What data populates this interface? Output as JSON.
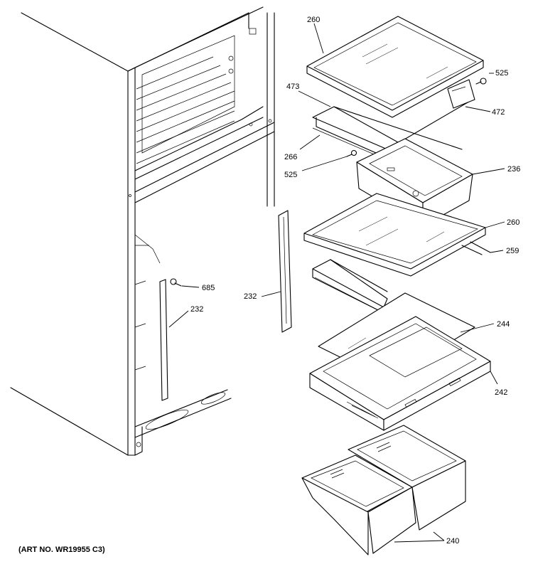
{
  "art_number": "(ART NO. WR19955 C3)",
  "callouts": {
    "c260a": "260",
    "c525a": "525",
    "c473": "473",
    "c472": "472",
    "c266": "266",
    "c525b": "525",
    "c236": "236",
    "c260b": "260",
    "c259": "259",
    "c685": "685",
    "c232a": "232",
    "c232b": "232",
    "c244": "244",
    "c242": "242",
    "c240": "240"
  }
}
